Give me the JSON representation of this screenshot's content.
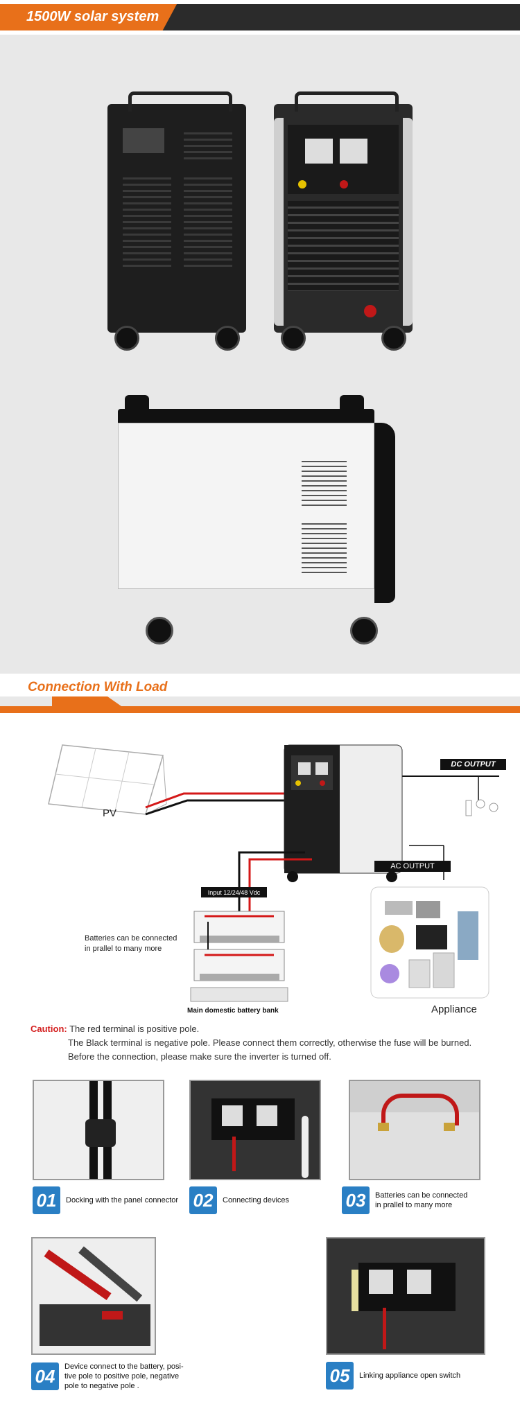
{
  "header": {
    "title": "1500W solar system"
  },
  "section2": {
    "title": "Connection With Load"
  },
  "diagram": {
    "pv_label": "PV",
    "dc_output": "DC OUTPUT",
    "ac_output": "AC OUTPUT",
    "input_label": "Input 12/24/48 Vdc",
    "battery_note_line1": "Batteries can be connected",
    "battery_note_line2": "in prallel to many more",
    "battery_bank": "Main domestic battery bank",
    "appliance": "Appliance"
  },
  "caution": {
    "label": "Caution:",
    "line1": "The red terminal is positive pole.",
    "line2": "The Black terminal is negative pole. Please connect them correctly, otherwise the fuse will be burned.",
    "line3": "Before the connection, please make sure the inverter is turned off."
  },
  "steps": [
    {
      "num": "01",
      "text": "Docking with the panel connector"
    },
    {
      "num": "02",
      "text": "Connecting devices"
    },
    {
      "num": "03",
      "text_line1": "Batteries can be connected",
      "text_line2": "in prallel to many more"
    },
    {
      "num": "04",
      "text_line1": "Device connect to the battery, posi-",
      "text_line2": "tive pole to positive pole, negative",
      "text_line3": "pole to negative pole ."
    },
    {
      "num": "05",
      "text": "Linking appliance open switch"
    }
  ],
  "colors": {
    "accent": "#e8701a",
    "dark": "#2b2b2b",
    "step_blue": "#2a7fc4",
    "caution_red": "#d42020"
  }
}
